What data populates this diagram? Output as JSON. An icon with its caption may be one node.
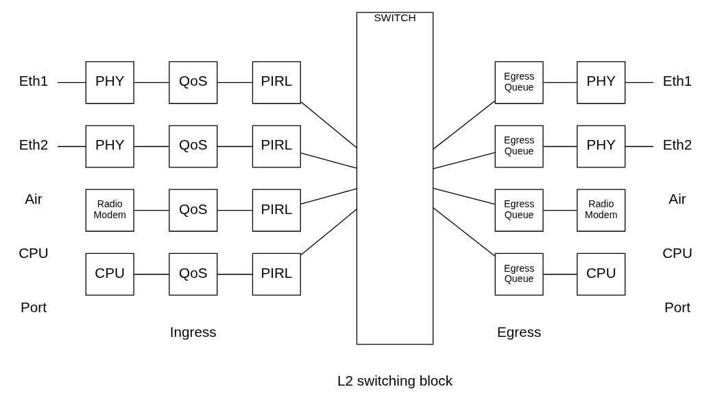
{
  "diagram": {
    "nodes": [
      {
        "text": [
          "Eth1"
        ]
      },
      {
        "text": [
          "PHY"
        ]
      },
      {
        "text": [
          "QoS"
        ]
      },
      {
        "text": [
          "PIRL"
        ]
      },
      {
        "text": [
          "SWITCH"
        ]
      },
      {
        "text": [
          "Egress Queue"
        ]
      },
      {
        "text": [
          "PHY"
        ]
      },
      {
        "text": [
          "Eth1"
        ]
      },
      {
        "text": [
          "Eth2"
        ]
      },
      {
        "text": [
          "PHY"
        ]
      },
      {
        "text": [
          "QoS"
        ]
      },
      {
        "text": [
          "PIRL"
        ]
      },
      {
        "text": [
          "Egress Queue"
        ]
      },
      {
        "text": [
          "PHY"
        ]
      },
      {
        "text": [
          "Eth2"
        ]
      },
      {
        "text": [
          "Radio Modem"
        ]
      },
      {
        "text": [
          "QoS"
        ]
      },
      {
        "text": [
          "PIRL"
        ]
      },
      {
        "text": [
          "Egress Queue"
        ]
      },
      {
        "text": [
          "Radio Modem"
        ]
      },
      {
        "text": [
          "CPU"
        ]
      },
      {
        "text": [
          "QoS"
        ]
      },
      {
        "text": [
          "PIRL"
        ]
      },
      {
        "text": [
          "Egress Queue"
        ]
      },
      {
        "text": [
          "CPU"
        ]
      }
    ],
    "edges": [
      {
        "from": 0,
        "to": 1,
        "arrow": "none"
      },
      {
        "from": 1,
        "to": 2,
        "arrow": "none"
      },
      {
        "from": 2,
        "to": 3,
        "arrow": "none"
      },
      {
        "from": 3,
        "to": 4,
        "arrow": "none"
      },
      {
        "from": 4,
        "to": 5,
        "arrow": "none"
      },
      {
        "from": 5,
        "to": 6,
        "arrow": "none"
      },
      {
        "from": 6,
        "to": 7,
        "arrow": "none"
      },
      {
        "from": 8,
        "to": 9,
        "arrow": "none"
      },
      {
        "from": 9,
        "to": 10,
        "arrow": "none"
      },
      {
        "from": 10,
        "to": 11,
        "arrow": "none"
      },
      {
        "from": 11,
        "to": 4,
        "arrow": "none"
      },
      {
        "from": 4,
        "to": 12,
        "arrow": "none"
      },
      {
        "from": 12,
        "to": 13,
        "arrow": "none"
      },
      {
        "from": 13,
        "to": 14,
        "arrow": "none"
      },
      {
        "from": 15,
        "to": 16,
        "arrow": "none"
      },
      {
        "from": 16,
        "to": 17,
        "arrow": "none"
      },
      {
        "from": 17,
        "to": 4,
        "arrow": "none"
      },
      {
        "from": 4,
        "to": 18,
        "arrow": "none"
      },
      {
        "from": 18,
        "to": 19,
        "arrow": "none"
      },
      {
        "from": 20,
        "to": 21,
        "arrow": "none"
      },
      {
        "from": 21,
        "to": 22,
        "arrow": "none"
      },
      {
        "from": 22,
        "to": 4,
        "arrow": "none"
      },
      {
        "from": 4,
        "to": 23,
        "arrow": "none"
      },
      {
        "from": 23,
        "to": 24,
        "arrow": "none"
      }
    ],
    "labels": [
      "Port",
      "Port",
      "Air",
      "Air",
      "CPU",
      "CPU",
      "Ingress",
      "L2 switching block",
      "Egress"
    ]
  }
}
